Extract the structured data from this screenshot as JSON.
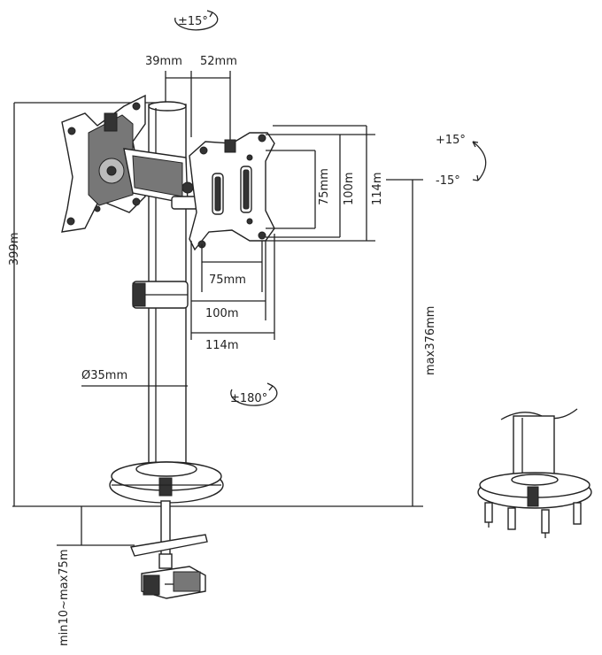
{
  "tilt_label": "±15°",
  "offset_left_label": "39mm",
  "offset_right_label": "52mm",
  "height_total_label": "399m",
  "vesa_small_h_label": "75mm",
  "vesa_mid_h_label": "100m",
  "vesa_large_h_label": "114m",
  "vesa_small_w_label": "75mm",
  "vesa_mid_w_label": "100m",
  "vesa_large_w_label": "114m",
  "rotate_plus_label": "+15°",
  "rotate_minus_label": "-15°",
  "max_height_label": "max376mm",
  "pole_diameter_label": "Ø35mm",
  "swivel_label": "±180°",
  "clamp_range_label": "min10~max75m"
}
